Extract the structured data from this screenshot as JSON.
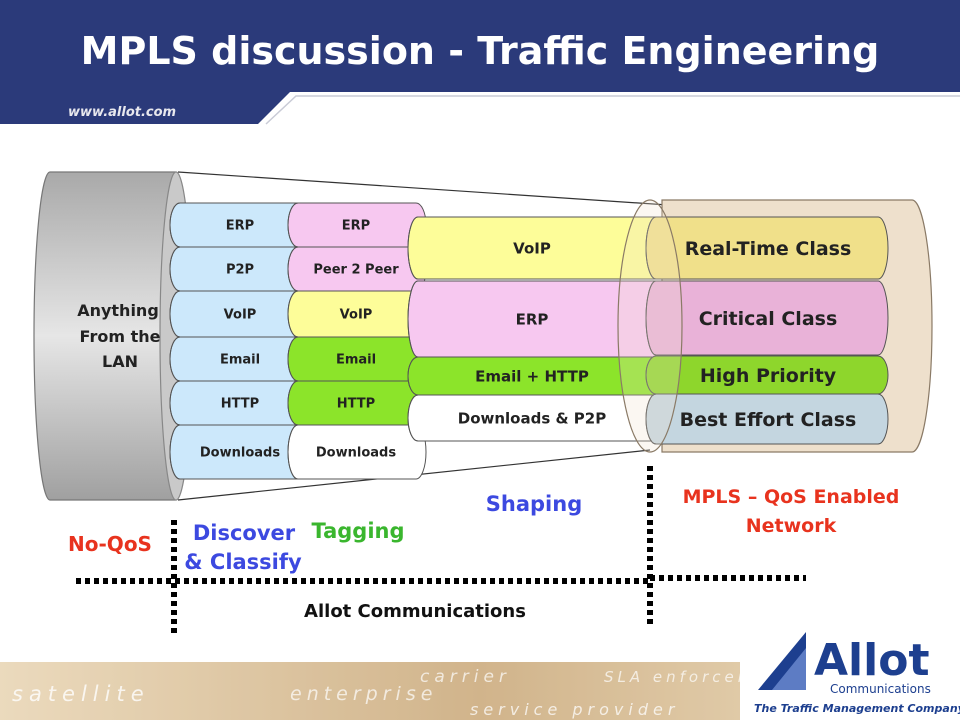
{
  "header": {
    "title": "MPLS discussion - Traffic Engineering",
    "url": "www.allot.com"
  },
  "pipe": {
    "lan_label": [
      "Anything",
      "From the",
      "LAN"
    ]
  },
  "columns": {
    "discover": [
      "ERP",
      "P2P",
      "VoIP",
      "Email",
      "HTTP",
      "Downloads"
    ],
    "tagging": [
      "ERP",
      "Peer 2 Peer",
      "VoIP",
      "Email",
      "HTTP",
      "Downloads"
    ],
    "shaping": [
      "VoIP",
      "ERP",
      "Email + HTTP",
      "Downloads & P2P"
    ],
    "classes": [
      "Real-Time Class",
      "Critical Class",
      "High Priority",
      "Best Effort Class"
    ]
  },
  "stages": {
    "no_qos": "No-QoS",
    "discover": [
      "Discover",
      "& Classify"
    ],
    "tagging": "Tagging",
    "shaping": "Shaping",
    "mpls": [
      "MPLS – QoS Enabled",
      "Network"
    ]
  },
  "footer": {
    "company": "Allot Communications",
    "banner_words": [
      "satellite",
      "enterprise",
      "carrier",
      "SLA enforcement",
      "service provider"
    ],
    "logo_name": "Allot",
    "logo_sub": "Communications",
    "tagline": "The Traffic Management Company™"
  },
  "colors": {
    "header_bg": "#2b3a7a",
    "discover_fill": "#cce8fb",
    "erp": "#f7c8f0",
    "voip": "#fdfd99",
    "email_http": "#8ce42a",
    "realtime": "#f0e08a",
    "critical": "#e9b2d8",
    "high": "#8ed62c",
    "best_effort": "#c4d6e0",
    "stage_red": "#e8331e",
    "stage_blue": "#3c49e0",
    "stage_green": "#3ab62e"
  }
}
